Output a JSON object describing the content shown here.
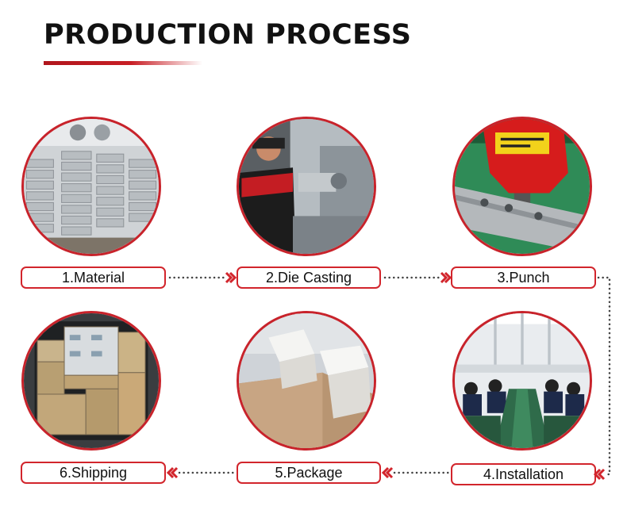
{
  "header": {
    "title": "PRODUCTION PROCESS"
  },
  "colors": {
    "accent": "#c8232b",
    "dots": "#444444"
  },
  "steps": [
    {
      "label": "1.Material"
    },
    {
      "label": "2.Die Casting"
    },
    {
      "label": "3.Punch"
    },
    {
      "label": "4.Installation"
    },
    {
      "label": "5.Package"
    },
    {
      "label": "6.Shipping"
    }
  ]
}
